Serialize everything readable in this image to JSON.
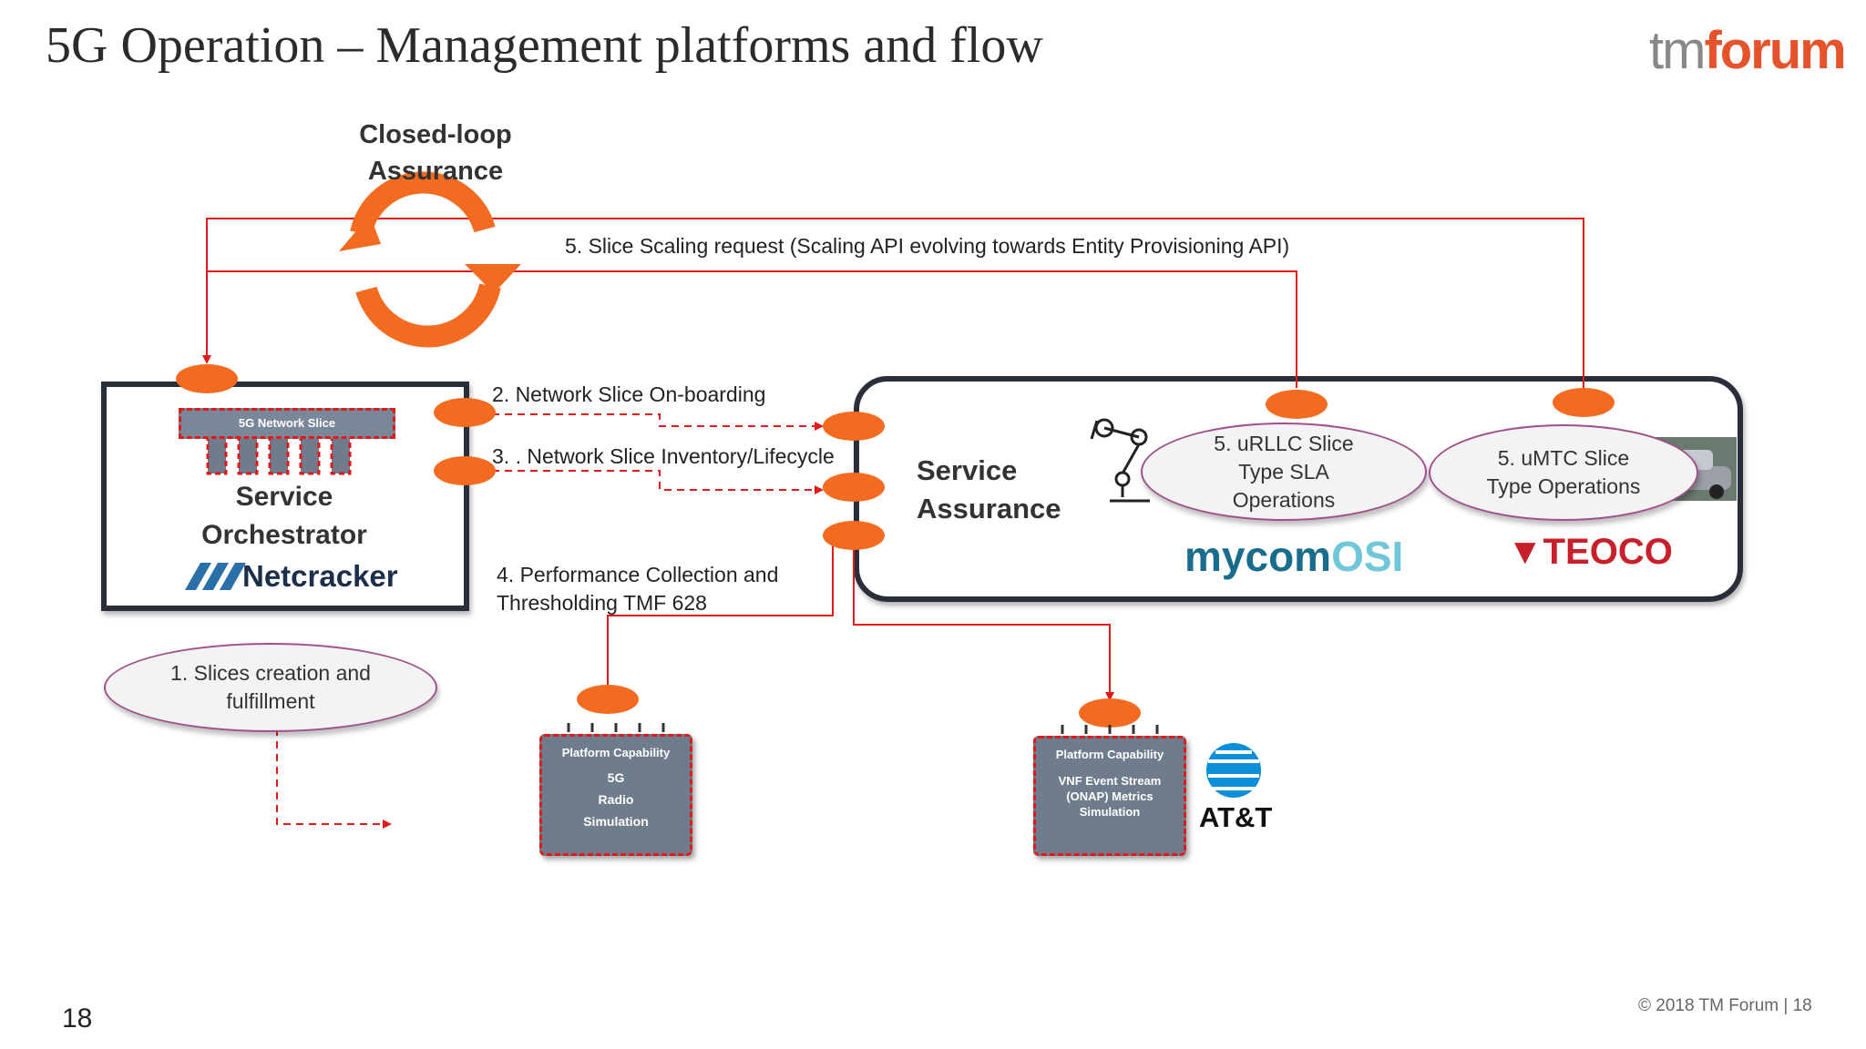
{
  "slide": {
    "title": "5G Operation – Management platforms and flow",
    "logo_tm": "tm",
    "logo_forum": "forum",
    "page_number": "18",
    "footer": "© 2018 TM Forum | 18"
  },
  "diagram": {
    "closed_loop_label": "Closed-loop Assurance",
    "closed_loop_line1": "Closed-loop",
    "closed_loop_line2": "Assurance",
    "orchestrator": {
      "slice_band": "5G Network Slice",
      "line1": "Service",
      "line2": "Orchestrator",
      "vendor": "Netcracker"
    },
    "assurance": {
      "line1": "Service",
      "line2": "Assurance",
      "urllc": [
        "5. uRLLC Slice",
        "Type SLA",
        "Operations"
      ],
      "umtc": [
        "5. uMTC Slice",
        "Type Operations"
      ],
      "vendor_mycom": "mycom",
      "vendor_osi": "OSI",
      "vendor_teoco": "TEOCO"
    },
    "flows": {
      "scaling": "5. Slice Scaling request (Scaling API evolving towards Entity Provisioning  API)",
      "onboarding": "2. Network Slice On-boarding",
      "inventory": "3. . Network Slice Inventory/Lifecycle",
      "perf_line1": "4. Performance Collection and",
      "perf_line2": "Thresholding TMF 628"
    },
    "creation": [
      "1. Slices creation and",
      "fulfillment"
    ],
    "platform1": [
      "Platform  Capability",
      "5G",
      "Radio",
      "Simulation"
    ],
    "platform2": [
      "Platform   Capability",
      "VNF Event Stream",
      "(ONAP)  Metrics",
      "Simulation"
    ],
    "att_label": "AT&T"
  },
  "colors": {
    "arrow_red": "#e01a1a",
    "node_orange": "#f26b21",
    "oval_border": "#a0518b",
    "platform_grey": "#6f7c8c",
    "mycom_blue": "#1a6c8c",
    "teoco_red": "#c8202a",
    "att_blue": "#0a8fd8",
    "tmforum_orange": "#e4532b"
  }
}
